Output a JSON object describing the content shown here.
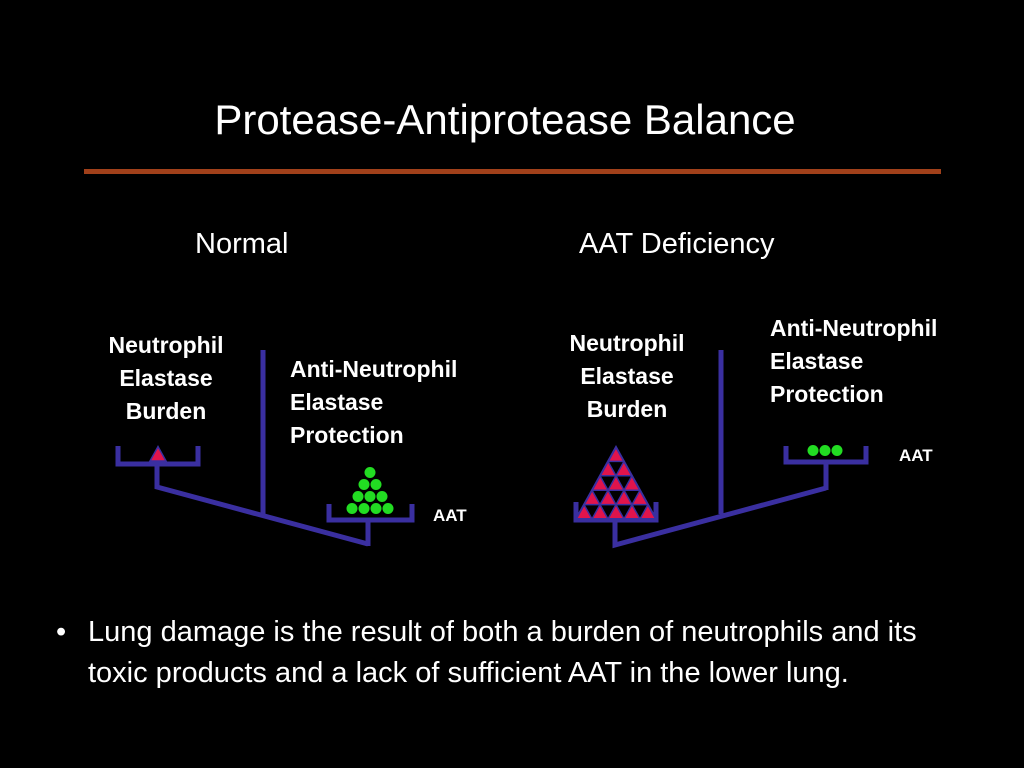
{
  "slide": {
    "title": "Protease-Antiprotease Balance",
    "rule_color": "#a0401a"
  },
  "colors": {
    "scale": "#3a2fa0",
    "elastase": "#e0144c",
    "elastase_outline": "#3a2fa0",
    "aat": "#22dd22"
  },
  "normal": {
    "heading": "Normal",
    "left_label": [
      "Neutrophil",
      "Elastase",
      "Burden"
    ],
    "right_label": [
      "Anti-Neutrophil",
      "Elastase",
      "Protection"
    ],
    "aat_label": "AAT",
    "elastase_count": 1,
    "aat_count": 10
  },
  "deficiency": {
    "heading": "AAT Deficiency",
    "left_label": [
      "Neutrophil",
      "Elastase",
      "Burden"
    ],
    "right_label": [
      "Anti-Neutrophil",
      "Elastase",
      "Protection"
    ],
    "aat_label": "AAT",
    "elastase_count": 15,
    "aat_count": 3
  },
  "bullets": [
    {
      "marker": "•",
      "text": "Lung damage is the result of both a burden of neutrophils and its toxic products and a lack of sufficient AAT in the lower lung."
    }
  ]
}
